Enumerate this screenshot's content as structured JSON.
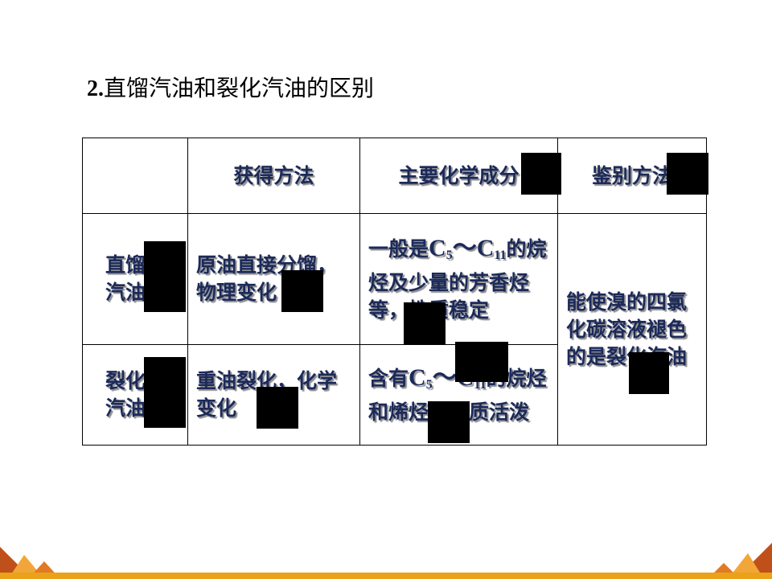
{
  "title": {
    "number": "2.",
    "text": "直馏汽油和裂化汽油的区别"
  },
  "table": {
    "headers": [
      "",
      "获得方法",
      "主要化学成分",
      "鉴别方法"
    ],
    "rows": [
      {
        "name_line1": "直馏",
        "name_line2": "汽油",
        "method": "原油直接分馏，物理变化",
        "composition_pre": "一般是",
        "composition_chem_a": "C",
        "composition_sub_a": "5",
        "composition_tilde": "～",
        "composition_chem_b": "C",
        "composition_sub_b": "11",
        "composition_post": "的烷烃及少量的芳香烃等，性质稳定"
      },
      {
        "name_line1": "裂化",
        "name_line2": "汽油",
        "method": "重油裂化，化学变化",
        "composition_pre": "含有",
        "composition_chem_a": "C",
        "composition_sub_a": "5",
        "composition_tilde": "～",
        "composition_chem_b": "C",
        "composition_sub_b": "11",
        "composition_post": "的烷烃和烯烃，性质活泼"
      }
    ],
    "identification": "能使溴的四氯化碳溶液褪色的是裂化汽油"
  },
  "colors": {
    "cell_text": "#1c2a5a",
    "footer_accent": "#e9a21a",
    "corner_dark": "#c0501a",
    "corner_light": "#f2a63a"
  }
}
